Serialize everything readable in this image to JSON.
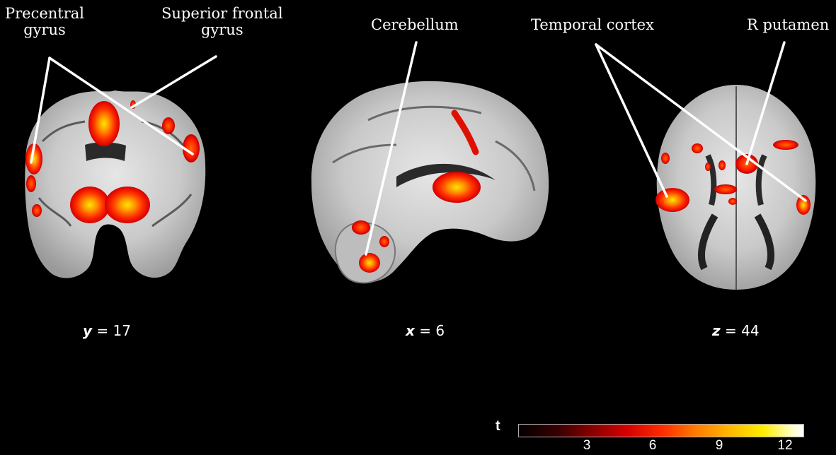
{
  "labels": {
    "precentral": [
      "Precentral",
      "gyrus"
    ],
    "superior_frontal": [
      "Superior frontal",
      "gyrus"
    ],
    "cerebellum": "Cerebellum",
    "temporal": "Temporal cortex",
    "putamen": "R putamen"
  },
  "slices": [
    {
      "axis": "y",
      "value": "= 17"
    },
    {
      "axis": "x",
      "value": "= 6"
    },
    {
      "axis": "z",
      "value": "= 44"
    }
  ],
  "colorbar": {
    "title": "t",
    "ticks": [
      "3",
      "6",
      "9",
      "12"
    ],
    "colors": [
      "#000000",
      "#8a0000",
      "#ff2a00",
      "#ffb700",
      "#ffee00",
      "#ffffff"
    ]
  }
}
